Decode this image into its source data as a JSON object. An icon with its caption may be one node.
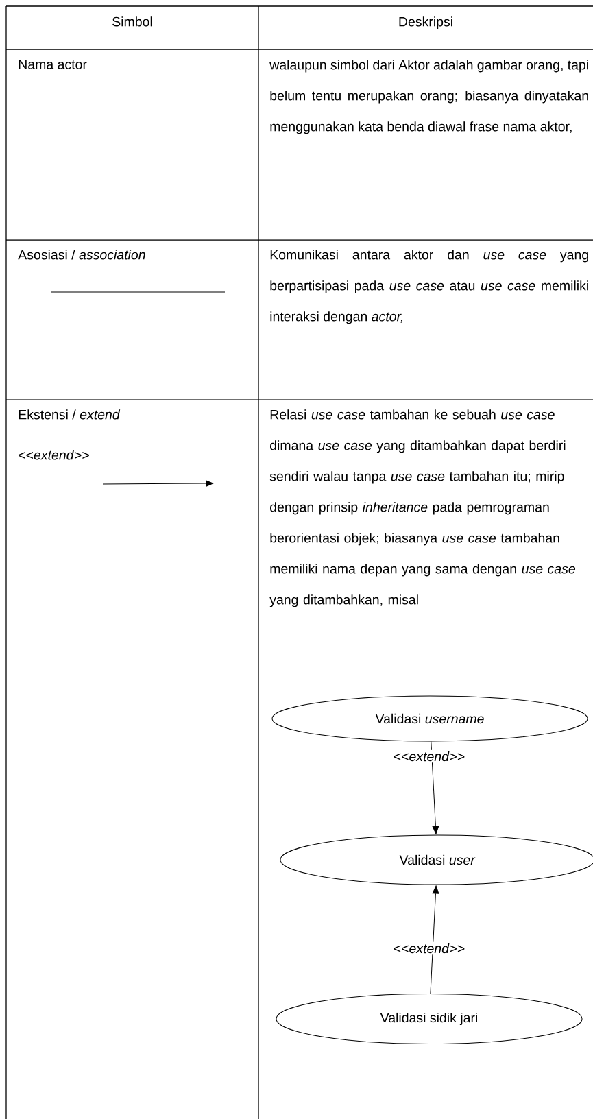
{
  "diagram": {
    "nodes": [
      {
        "text": [
          "Validasi *username*"
        ]
      },
      {
        "text": [
          "Validasi *user*"
        ]
      },
      {
        "text": [
          "Validasi sidik jari"
        ]
      }
    ],
    "edges": [
      {
        "from": 0,
        "to": 1,
        "arrow": "to",
        "label": "<<*extend*>>"
      },
      {
        "from": 2,
        "to": 1,
        "arrow": "to",
        "label": "<<*extend*>>"
      }
    ],
    "labels": [
      "Simbol",
      "Deskripsi",
      "Nama actor",
      "walaupun simbol dari Aktor adalah gambar orang, tapi belum tentu merupakan orang; biasanya dinyatakan menggunakan kata benda diawal frase nama aktor,",
      "Asosiasi / *association*",
      "Komunikasi antara aktor dan *use case* yang berpartisipasi pada *use case* atau *use case* memiliki interaksi dengan *actor,*",
      "Ekstensi / *extend*",
      "<<*extend*>>",
      "Relasi *use case* tambahan ke sebuah *use case* dimana *use case* yang ditambahkan dapat berdiri sendiri walau tanpa *use case* tambahan itu; mirip dengan prinsip *inheritance* pada pemrograman berorientasi objek; biasanya *use case* tambahan memiliki nama depan yang sama dengan *use case* yang ditambahkan, misal"
    ]
  }
}
